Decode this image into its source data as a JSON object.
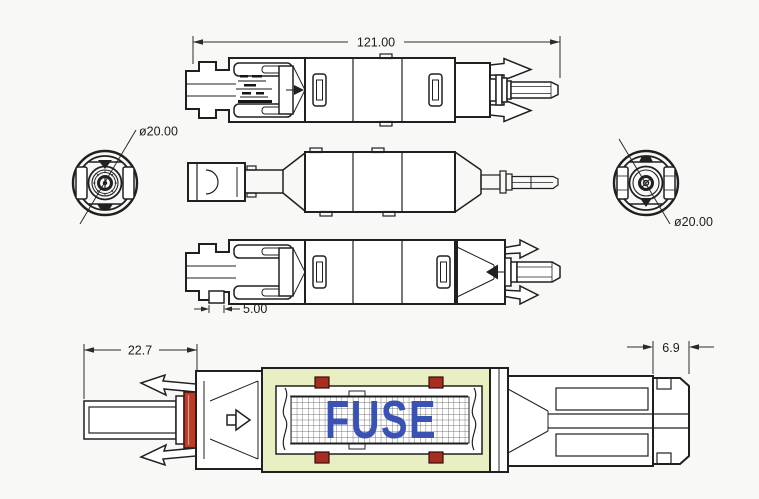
{
  "colors": {
    "background": "#f8f8f6",
    "line": "#202020",
    "highlight_body": "#eaeec3",
    "oring_red": "#bb3a28",
    "seal_red": "#a62d20",
    "fuse_blue": "#3a52b4",
    "grid": "#4a4a4a"
  },
  "views": {
    "top_view": {
      "overall_length_dim": "121.00"
    },
    "left_end_view": {
      "diameter_dim": "ø20.00"
    },
    "right_end_view": {
      "diameter_dim": "ø20.00"
    },
    "bottom_view": {
      "tab_offset_dim": "5.00"
    },
    "section_view": {
      "left_dim": "22.7",
      "right_dim": "6.9",
      "fuse_label": "FUSE"
    }
  }
}
